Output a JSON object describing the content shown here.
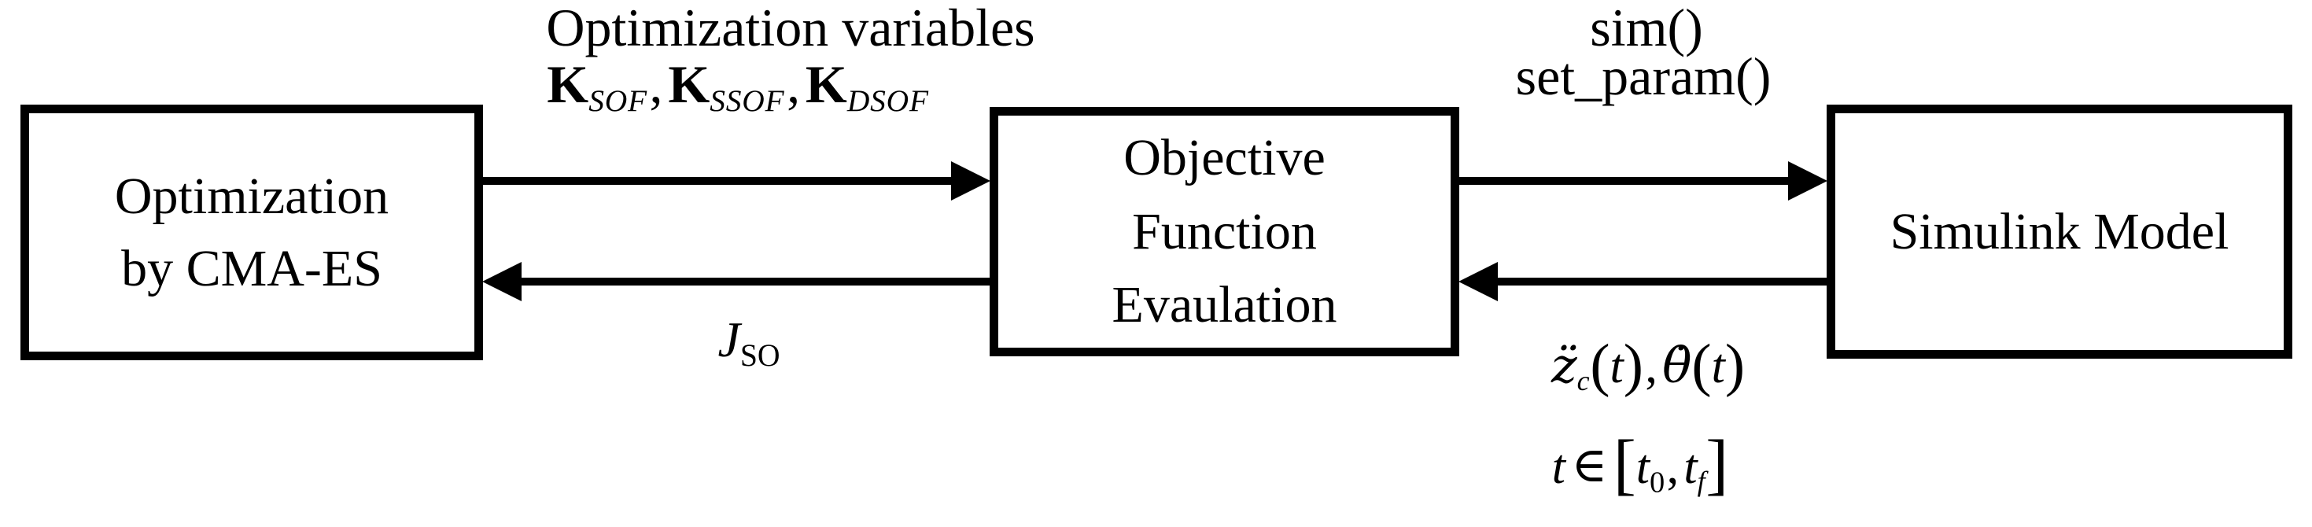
{
  "canvas": {
    "background": "#ffffff",
    "ink": "#000000"
  },
  "blocks": {
    "left": {
      "lines": [
        "Optimization",
        "by CMA-ES"
      ]
    },
    "middle": {
      "lines": [
        "Objective",
        "Function",
        "Evaulation"
      ]
    },
    "right": {
      "lines": [
        "Simulink Model"
      ]
    }
  },
  "top_left_labels": {
    "title": "Optimization variables",
    "k1_base": "K",
    "k1_sub": "SOF",
    "comma1": ",",
    "k2_base": "K",
    "k2_sub": "SSOF",
    "comma2": ",",
    "k3_base": "K",
    "k3_sub": "DSOF"
  },
  "top_right_labels": {
    "sim_call": "sim()",
    "set_param_call": "set_param()"
  },
  "bottom_left_labels": {
    "j_base": "J",
    "j_sub": "SO"
  },
  "bottom_right_labels": {
    "z_accented": "z̈",
    "z_sub": "c",
    "lparen": "(",
    "t_arg": "t",
    "rparen": ")",
    "comma": ",",
    "theta_accented": "θ̇",
    "t_var": "t",
    "element_of": "∈",
    "lbracket": "[",
    "t0_base": "t",
    "t0_sub": "0",
    "tcomma": ",",
    "tf_base": "t",
    "tf_sub": "f",
    "rbracket": "]"
  }
}
